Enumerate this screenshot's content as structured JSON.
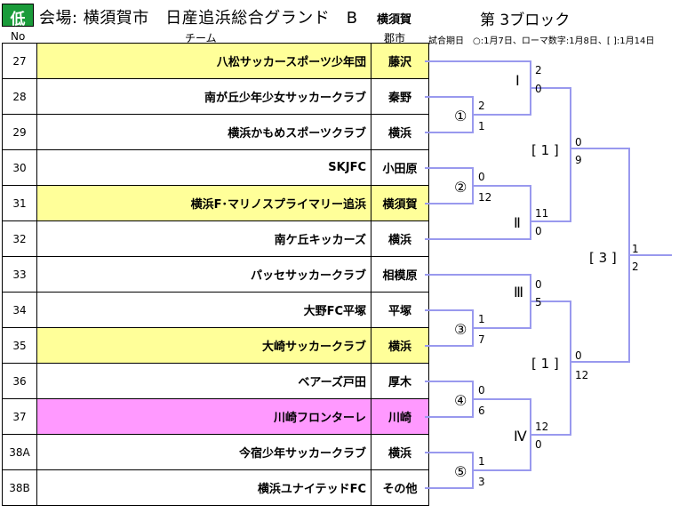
{
  "header": {
    "badge": "低",
    "title": "会場: 横須賀市　日産追浜総合グランド　B",
    "city": "横須賀",
    "block": "第 3ブロック"
  },
  "columns": {
    "no": "No",
    "team": "チーム",
    "city": "郡市"
  },
  "legend": "試合期日　○:1月7日、ローマ数字:1月8日、[ ]:1月14日",
  "teams": [
    {
      "no": "27",
      "name": "八松サッカースポーツ少年団",
      "city": "藤沢",
      "highlight": "yellow"
    },
    {
      "no": "28",
      "name": "南が丘少年少女サッカークラブ",
      "city": "秦野",
      "highlight": ""
    },
    {
      "no": "29",
      "name": "横浜かもめスポーツクラブ",
      "city": "横浜",
      "highlight": ""
    },
    {
      "no": "30",
      "name": "SKJFC",
      "city": "小田原",
      "highlight": ""
    },
    {
      "no": "31",
      "name": "横浜F･マリノスプライマリー追浜",
      "city": "横須賀",
      "highlight": "yellow"
    },
    {
      "no": "32",
      "name": "南ケ丘キッカーズ",
      "city": "横浜",
      "highlight": ""
    },
    {
      "no": "33",
      "name": "パッセサッカークラブ",
      "city": "相模原",
      "highlight": ""
    },
    {
      "no": "34",
      "name": "大野FC平塚",
      "city": "平塚",
      "highlight": ""
    },
    {
      "no": "35",
      "name": "大崎サッカークラブ",
      "city": "横浜",
      "highlight": "yellow"
    },
    {
      "no": "36",
      "name": "ベアーズ戸田",
      "city": "厚木",
      "highlight": ""
    },
    {
      "no": "37",
      "name": "川崎フロンターレ",
      "city": "川崎",
      "highlight": "pink"
    },
    {
      "no": "38A",
      "name": "今宿少年サッカークラブ",
      "city": "横浜",
      "highlight": ""
    },
    {
      "no": "38B",
      "name": "横浜ユナイテッドFC",
      "city": "その他",
      "highlight": ""
    }
  ],
  "matches": {
    "m1": {
      "label": "①",
      "top": "2",
      "bottom": "1"
    },
    "m2": {
      "label": "②",
      "top": "0",
      "bottom": "12"
    },
    "m3": {
      "label": "③",
      "top": "1",
      "bottom": "7"
    },
    "m4": {
      "label": "④",
      "top": "0",
      "bottom": "6"
    },
    "m5": {
      "label": "⑤",
      "top": "1",
      "bottom": "3"
    },
    "r1": {
      "label": "Ⅰ",
      "top": "2",
      "bottom": "0"
    },
    "r2": {
      "label": "Ⅱ",
      "top": "11",
      "bottom": "0"
    },
    "r3": {
      "label": "Ⅲ",
      "top": "0",
      "bottom": "5"
    },
    "r4": {
      "label": "Ⅳ",
      "top": "12",
      "bottom": "0"
    },
    "s1": {
      "label": "[ 1 ]",
      "top": "0",
      "bottom": "9"
    },
    "s2": {
      "label": "[ 1 ]",
      "top": "0",
      "bottom": "12"
    },
    "f": {
      "label": "[ 3 ]",
      "top": "1",
      "bottom": "2"
    }
  },
  "colors": {
    "bracket": "#9999ee",
    "yellow": "#ffff99",
    "pink": "#ff99ff",
    "badge": "#1a9b3a"
  }
}
